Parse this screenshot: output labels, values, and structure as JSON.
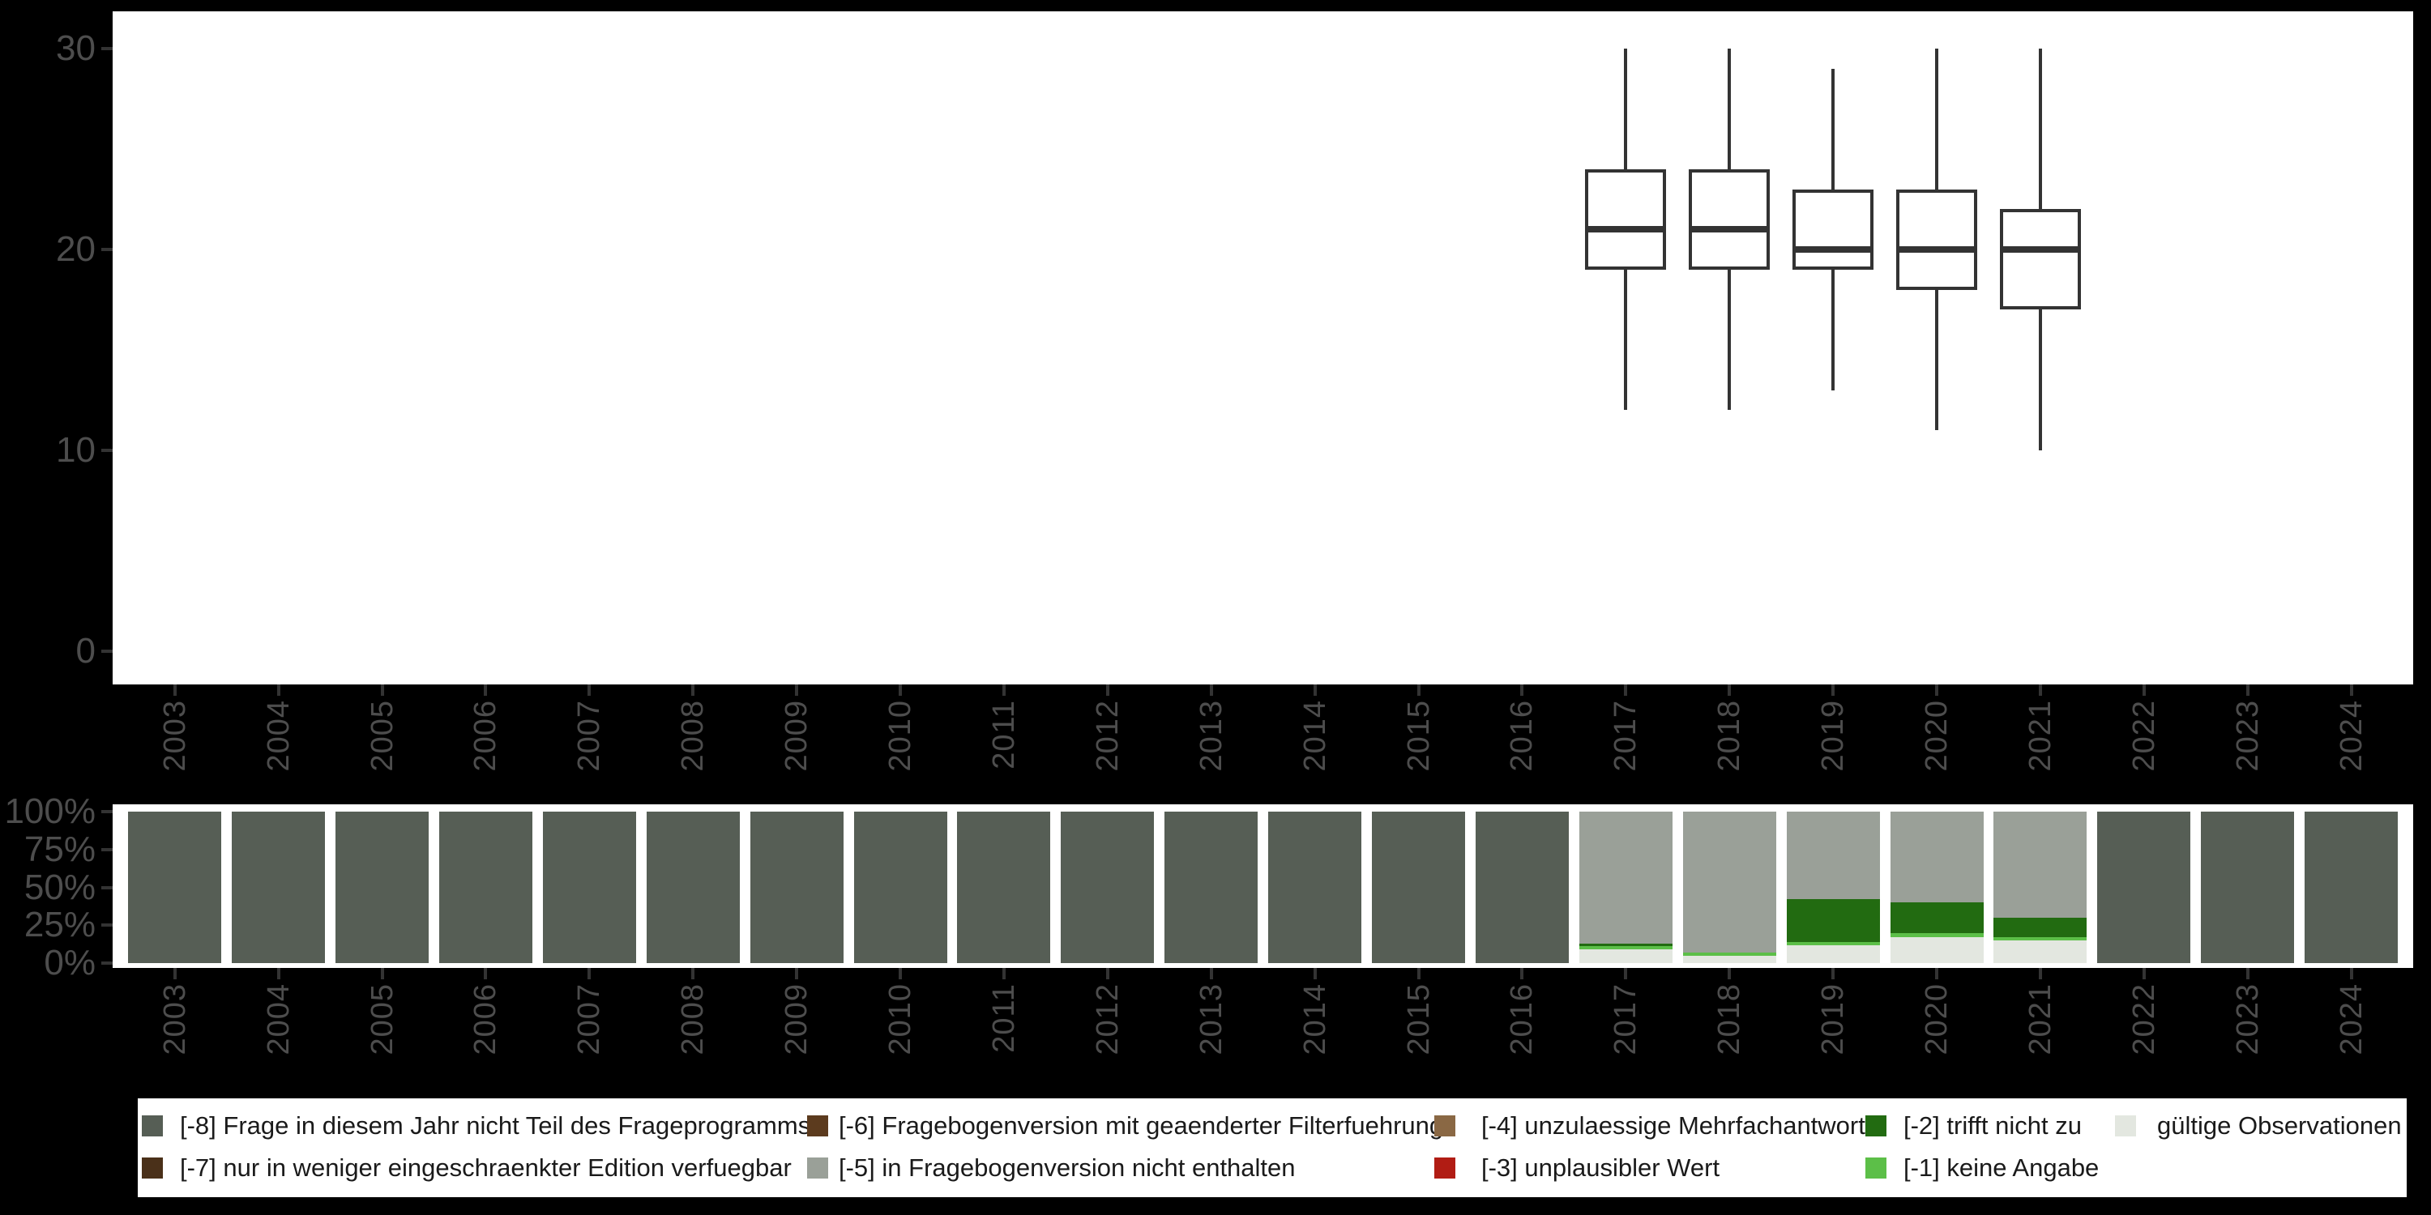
{
  "figure": {
    "background": "#000000",
    "panel_background": "#ffffff",
    "axis_text_color": "#4d4d4d",
    "tick_color": "#333333"
  },
  "x_axis": {
    "categories": [
      "2003",
      "2004",
      "2005",
      "2006",
      "2007",
      "2008",
      "2009",
      "2010",
      "2011",
      "2012",
      "2013",
      "2014",
      "2015",
      "2016",
      "2017",
      "2018",
      "2019",
      "2020",
      "2021",
      "2022",
      "2023",
      "2024"
    ]
  },
  "chart_data": [
    {
      "type": "boxplot",
      "title": "",
      "xlabel": "",
      "ylabel": "",
      "grid": false,
      "y_ticks": [
        0,
        10,
        20,
        30
      ],
      "ylim": [
        -1.7,
        31.9
      ],
      "stroke_color": "#333333",
      "box_fill": "#ffffff",
      "categories": [
        "2003",
        "2004",
        "2005",
        "2006",
        "2007",
        "2008",
        "2009",
        "2010",
        "2011",
        "2012",
        "2013",
        "2014",
        "2015",
        "2016",
        "2017",
        "2018",
        "2019",
        "2020",
        "2021",
        "2022",
        "2023",
        "2024"
      ],
      "boxes": [
        {
          "category": "2017",
          "whisker_low": 12,
          "q1": 19,
          "median": 21,
          "q3": 24,
          "whisker_high": 30
        },
        {
          "category": "2018",
          "whisker_low": 12,
          "q1": 19,
          "median": 21,
          "q3": 24,
          "whisker_high": 30
        },
        {
          "category": "2019",
          "whisker_low": 13,
          "q1": 19,
          "median": 20,
          "q3": 23,
          "whisker_high": 29
        },
        {
          "category": "2020",
          "whisker_low": 11,
          "q1": 18,
          "median": 20,
          "q3": 23,
          "whisker_high": 30
        },
        {
          "category": "2021",
          "whisker_low": 10,
          "q1": 17,
          "median": 20,
          "q3": 22,
          "whisker_high": 30
        }
      ]
    },
    {
      "type": "bar",
      "subtype": "stacked_percent",
      "title": "",
      "xlabel": "",
      "ylabel": "",
      "grid": false,
      "y_ticks": [
        "0%",
        "25%",
        "50%",
        "75%",
        "100%"
      ],
      "y_tick_values": [
        0,
        25,
        50,
        75,
        100
      ],
      "ylim": [
        -3.2,
        104.8
      ],
      "categories": [
        "2003",
        "2004",
        "2005",
        "2006",
        "2007",
        "2008",
        "2009",
        "2010",
        "2011",
        "2012",
        "2013",
        "2014",
        "2015",
        "2016",
        "2017",
        "2018",
        "2019",
        "2020",
        "2021",
        "2022",
        "2023",
        "2024"
      ],
      "series_colors": {
        "not_in_program": "#565e55",
        "not_in_version": "#9aa098",
        "not_applicable": "#226b11",
        "no_answer": "#5cbf48",
        "valid": "#e3e7e0"
      },
      "bars": [
        {
          "category": "2003",
          "segments": [
            {
              "key": "not_in_program",
              "value": 100
            }
          ]
        },
        {
          "category": "2004",
          "segments": [
            {
              "key": "not_in_program",
              "value": 100
            }
          ]
        },
        {
          "category": "2005",
          "segments": [
            {
              "key": "not_in_program",
              "value": 100
            }
          ]
        },
        {
          "category": "2006",
          "segments": [
            {
              "key": "not_in_program",
              "value": 100
            }
          ]
        },
        {
          "category": "2007",
          "segments": [
            {
              "key": "not_in_program",
              "value": 100
            }
          ]
        },
        {
          "category": "2008",
          "segments": [
            {
              "key": "not_in_program",
              "value": 100
            }
          ]
        },
        {
          "category": "2009",
          "segments": [
            {
              "key": "not_in_program",
              "value": 100
            }
          ]
        },
        {
          "category": "2010",
          "segments": [
            {
              "key": "not_in_program",
              "value": 100
            }
          ]
        },
        {
          "category": "2011",
          "segments": [
            {
              "key": "not_in_program",
              "value": 100
            }
          ]
        },
        {
          "category": "2012",
          "segments": [
            {
              "key": "not_in_program",
              "value": 100
            }
          ]
        },
        {
          "category": "2013",
          "segments": [
            {
              "key": "not_in_program",
              "value": 100
            }
          ]
        },
        {
          "category": "2014",
          "segments": [
            {
              "key": "not_in_program",
              "value": 100
            }
          ]
        },
        {
          "category": "2015",
          "segments": [
            {
              "key": "not_in_program",
              "value": 100
            }
          ]
        },
        {
          "category": "2016",
          "segments": [
            {
              "key": "not_in_program",
              "value": 100
            }
          ]
        },
        {
          "category": "2017",
          "segments": [
            {
              "key": "valid",
              "value": 9
            },
            {
              "key": "no_answer",
              "value": 2
            },
            {
              "key": "not_applicable",
              "value": 2
            },
            {
              "key": "not_in_version",
              "value": 87
            }
          ]
        },
        {
          "category": "2018",
          "segments": [
            {
              "key": "valid",
              "value": 5
            },
            {
              "key": "no_answer",
              "value": 2
            },
            {
              "key": "not_in_version",
              "value": 93
            }
          ]
        },
        {
          "category": "2019",
          "segments": [
            {
              "key": "valid",
              "value": 12
            },
            {
              "key": "no_answer",
              "value": 2
            },
            {
              "key": "not_applicable",
              "value": 28
            },
            {
              "key": "not_in_version",
              "value": 58
            }
          ]
        },
        {
          "category": "2020",
          "segments": [
            {
              "key": "valid",
              "value": 17
            },
            {
              "key": "no_answer",
              "value": 3
            },
            {
              "key": "not_applicable",
              "value": 20
            },
            {
              "key": "not_in_version",
              "value": 60
            }
          ]
        },
        {
          "category": "2021",
          "segments": [
            {
              "key": "valid",
              "value": 15
            },
            {
              "key": "no_answer",
              "value": 2
            },
            {
              "key": "not_applicable",
              "value": 13
            },
            {
              "key": "not_in_version",
              "value": 70
            }
          ]
        },
        {
          "category": "2022",
          "segments": [
            {
              "key": "not_in_program",
              "value": 100
            }
          ]
        },
        {
          "category": "2023",
          "segments": [
            {
              "key": "not_in_program",
              "value": 100
            }
          ]
        },
        {
          "category": "2024",
          "segments": [
            {
              "key": "not_in_program",
              "value": 100
            }
          ]
        }
      ]
    }
  ],
  "legend": {
    "background": "#ffffff",
    "text_color": "#1a1a1a",
    "items": [
      {
        "label": "[-8] Frage in diesem Jahr nicht Teil des Frageprogramms",
        "color": "#565e55",
        "col": 1,
        "row": 1
      },
      {
        "label": "[-7] nur in weniger eingeschraenkter Edition verfuegbar",
        "color": "#4a3019",
        "col": 1,
        "row": 2
      },
      {
        "label": "[-6] Fragebogenversion mit geaenderter Filterfuehrung",
        "color": "#5c3b1e",
        "col": 2,
        "row": 1
      },
      {
        "label": "[-5] in Fragebogenversion nicht enthalten",
        "color": "#9aa098",
        "col": 2,
        "row": 2
      },
      {
        "label": "[-4] unzulaessige Mehrfachantwort",
        "color": "#8a6844",
        "col": 3,
        "row": 1
      },
      {
        "label": "[-3] unplausibler Wert",
        "color": "#b11c14",
        "col": 3,
        "row": 2
      },
      {
        "label": "[-2] trifft nicht zu",
        "color": "#226b11",
        "col": 4,
        "row": 1
      },
      {
        "label": "[-1] keine Angabe",
        "color": "#5cbf48",
        "col": 4,
        "row": 2
      },
      {
        "label": "gültige Observationen",
        "color": "#e3e7e0",
        "col": 5,
        "row": 1
      }
    ]
  }
}
